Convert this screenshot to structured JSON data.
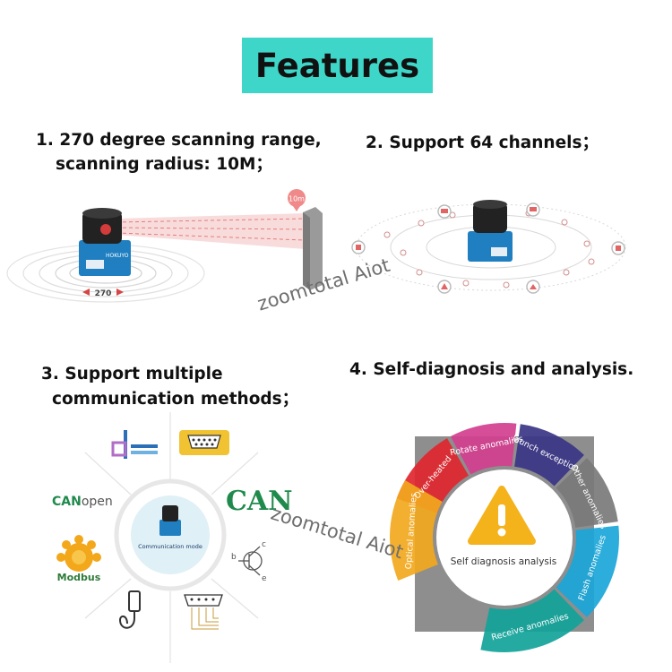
{
  "title": "Features",
  "features": [
    {
      "line1": "1. 270 degree scanning range,",
      "line2": "scanning radius: 10M；"
    },
    {
      "line1": "2. Support 64 channels；"
    },
    {
      "line1": "3. Support multiple",
      "line2": "communication methods；"
    },
    {
      "line1": "4. Self-diagnosis and analysis."
    }
  ],
  "scan": {
    "range_label": "270",
    "distance_label": "10m",
    "device_label": "HOKUYO"
  },
  "comm": {
    "center_label": "Communication mode",
    "canopen_can": "CAN",
    "canopen_open": "open",
    "can": "CAN",
    "modbus": "Modbus",
    "transistor": {
      "c": "c",
      "b": "b",
      "e": "e"
    }
  },
  "diagnosis": {
    "center_label": "Self diagnosis analysis",
    "segments": [
      {
        "label": "Over-heated",
        "color": "#e0262e"
      },
      {
        "label": "Rotate anomalies",
        "color": "#d23f8f"
      },
      {
        "label": "launch exception",
        "color": "#3a3585"
      },
      {
        "label": "Other anomalies",
        "color": "#7a7a7a"
      },
      {
        "label": "Flash anomalies",
        "color": "#1aa6d8"
      },
      {
        "label": "Receive anomalies",
        "color": "#12a39a"
      },
      {
        "label": "Optical anomalies",
        "color": "#f2a81d"
      }
    ]
  },
  "watermark": "zoomtotal Aiot"
}
